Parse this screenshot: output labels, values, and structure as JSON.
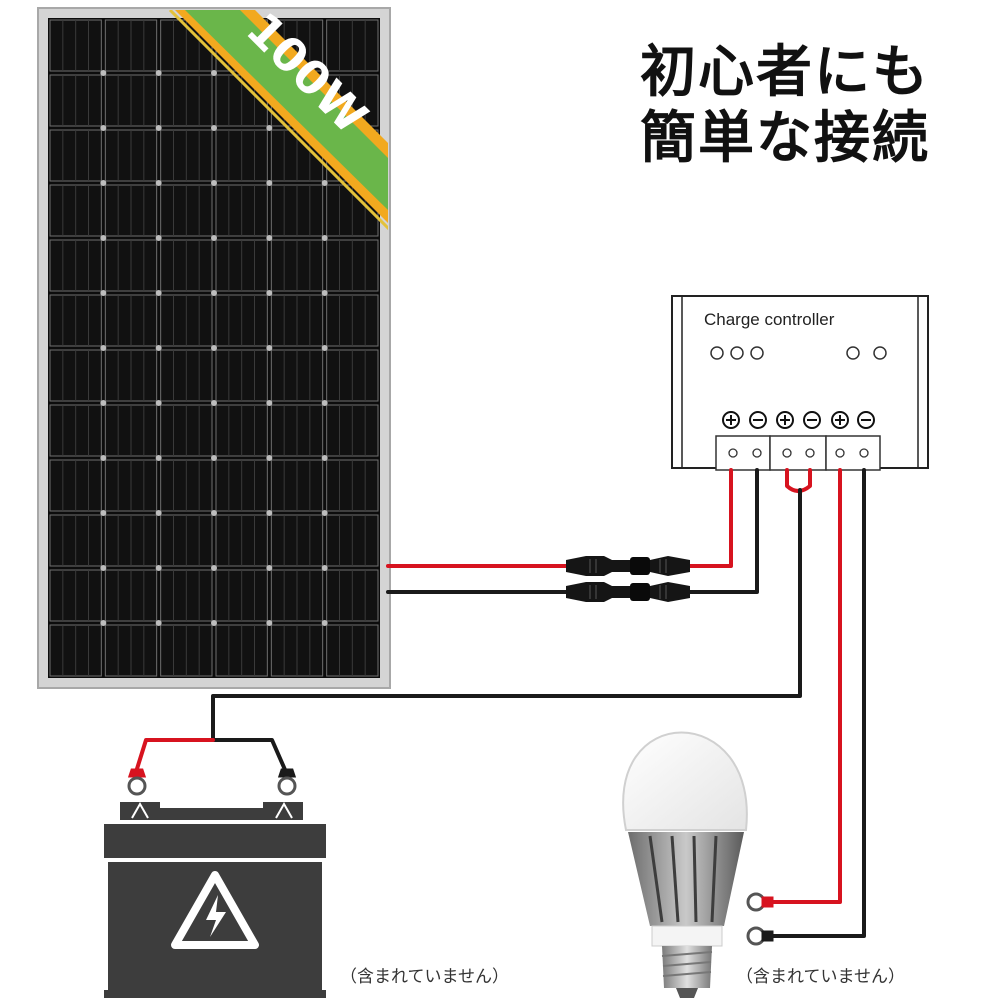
{
  "panel": {
    "badge": "100W"
  },
  "headline": {
    "line1": "初心者にも",
    "line2": "簡単な接続"
  },
  "controller": {
    "title": "Charge controller"
  },
  "notes": {
    "battery": "（含まれていません）",
    "bulb": "（含まれていません）"
  },
  "colors": {
    "positive_wire": "#d7131f",
    "negative_wire": "#1a1a1a",
    "badge_green": "#6ab64a",
    "badge_stripe": "#f2a91f"
  }
}
